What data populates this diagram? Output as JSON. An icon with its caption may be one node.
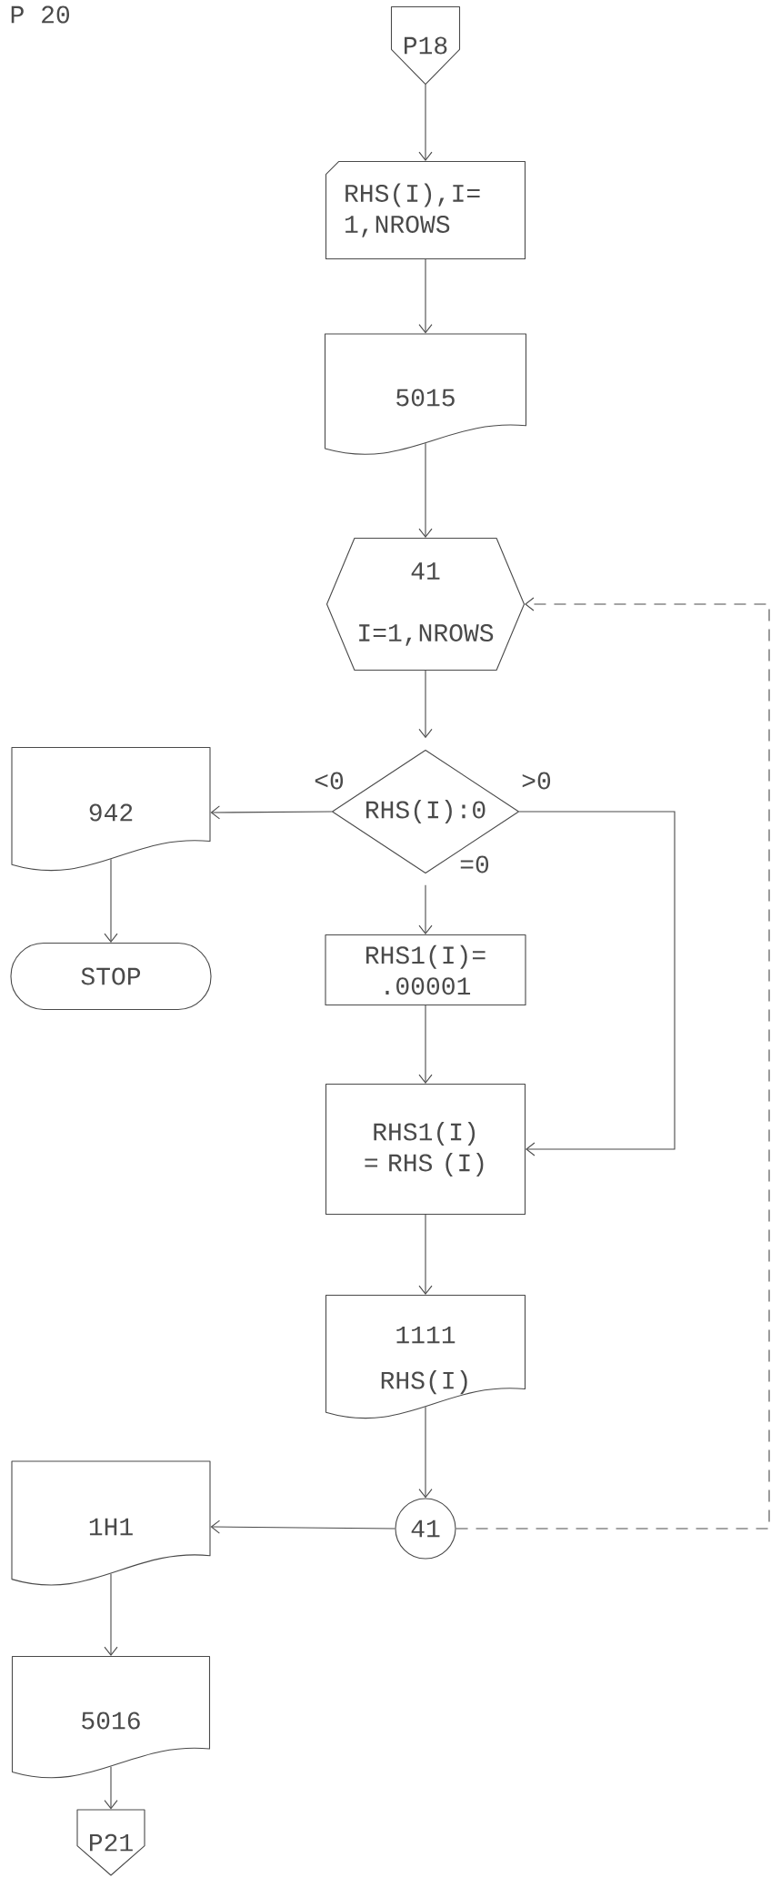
{
  "diagram": {
    "nodes": [
      {
        "text": [
          "P18"
        ]
      },
      {
        "text": [
          "RHS(I),I= 1,NROWS"
        ]
      },
      {
        "text": [
          "5015"
        ]
      },
      {
        "text": [
          "41",
          "I=1,NROWS"
        ]
      },
      {
        "text": [
          "RHS(I):0"
        ]
      },
      {
        "text": [
          "942"
        ]
      },
      {
        "text": [
          "STOP"
        ]
      },
      {
        "text": [
          "RHS1(I)= .00001"
        ]
      },
      {
        "text": [
          "RHS1(I) = RHS (I)"
        ]
      },
      {
        "text": [
          "1111",
          "RHS(I)"
        ]
      },
      {
        "text": [
          "41"
        ]
      },
      {
        "text": [
          "1H1"
        ]
      },
      {
        "text": [
          "5016"
        ]
      },
      {
        "text": [
          "P21"
        ]
      }
    ],
    "edges": [
      {
        "from": 0,
        "to": 1,
        "arrow": "to"
      },
      {
        "from": 1,
        "to": 2,
        "arrow": "to"
      },
      {
        "from": 2,
        "to": 3,
        "arrow": "to"
      },
      {
        "from": 3,
        "to": 4,
        "arrow": "to"
      },
      {
        "from": 4,
        "to": 5,
        "arrow": "to",
        "label": "<0"
      },
      {
        "from": 4,
        "to": 7,
        "arrow": "to",
        "label": "=0"
      },
      {
        "from": 4,
        "to": 8,
        "arrow": "to",
        "label": ">0"
      },
      {
        "from": 5,
        "to": 6,
        "arrow": "to"
      },
      {
        "from": 7,
        "to": 8,
        "arrow": "to"
      },
      {
        "from": 8,
        "to": 9,
        "arrow": "to"
      },
      {
        "from": 9,
        "to": 10,
        "arrow": "to"
      },
      {
        "from": 10,
        "to": 3,
        "arrow": "to",
        "style": "dashed"
      },
      {
        "from": 10,
        "to": 11,
        "arrow": "to"
      },
      {
        "from": 11,
        "to": 12,
        "arrow": "to"
      },
      {
        "from": 12,
        "to": 13,
        "arrow": "to"
      }
    ],
    "labels": [
      "P 20"
    ]
  }
}
